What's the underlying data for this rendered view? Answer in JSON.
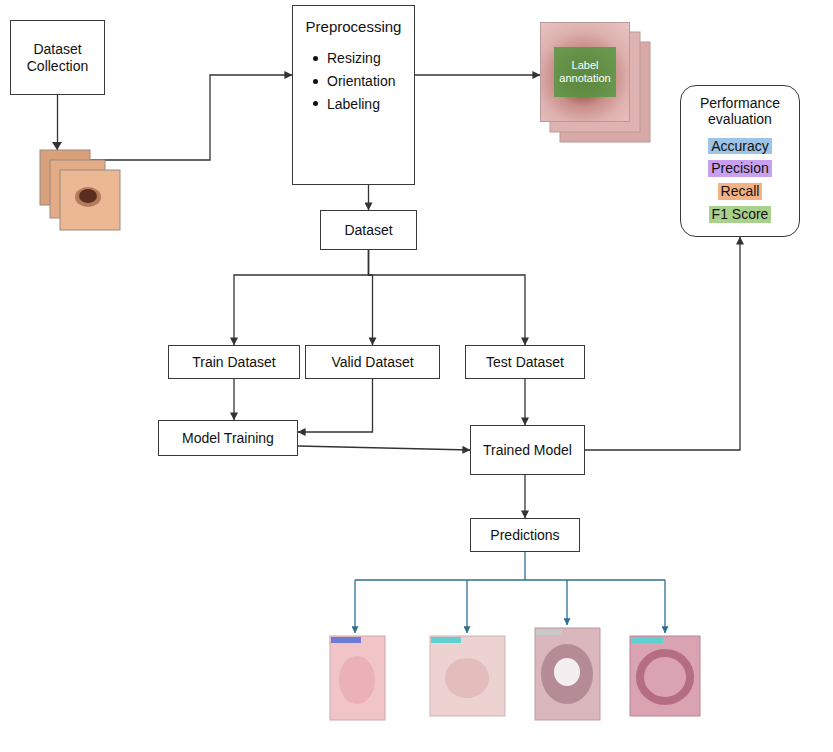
{
  "diagram": {
    "nodes": [
      {
        "text": [
          "Dataset Collection"
        ]
      },
      {
        "text": [
          "Preprocessing",
          "Resizing",
          "Orientation",
          "Labeling"
        ]
      },
      {
        "text": [
          "Label annotation"
        ]
      },
      {
        "text": [
          "Dataset"
        ]
      },
      {
        "text": [
          "Train Dataset"
        ]
      },
      {
        "text": [
          "Valid Dataset"
        ]
      },
      {
        "text": [
          "Test Dataset"
        ]
      },
      {
        "text": [
          "Model Training"
        ]
      },
      {
        "text": [
          "Trained Model"
        ]
      },
      {
        "text": [
          "Performance evaluation",
          "Accuracy",
          "Precision",
          "Recall",
          "F1 Score"
        ]
      },
      {
        "text": [
          "Predictions"
        ]
      }
    ],
    "edges": [
      {
        "from": 0,
        "to": 1,
        "arrow": "to"
      },
      {
        "from": 1,
        "to": 2,
        "arrow": "to"
      },
      {
        "from": 1,
        "to": 3,
        "arrow": "to"
      },
      {
        "from": 3,
        "to": 4,
        "arrow": "to"
      },
      {
        "from": 3,
        "to": 5,
        "arrow": "to"
      },
      {
        "from": 3,
        "to": 6,
        "arrow": "to"
      },
      {
        "from": 4,
        "to": 7,
        "arrow": "to"
      },
      {
        "from": 5,
        "to": 7,
        "arrow": "to"
      },
      {
        "from": 6,
        "to": 8,
        "arrow": "to"
      },
      {
        "from": 7,
        "to": 8,
        "arrow": "to"
      },
      {
        "from": 8,
        "to": 9,
        "arrow": "to"
      },
      {
        "from": 8,
        "to": 10,
        "arrow": "to"
      }
    ]
  }
}
